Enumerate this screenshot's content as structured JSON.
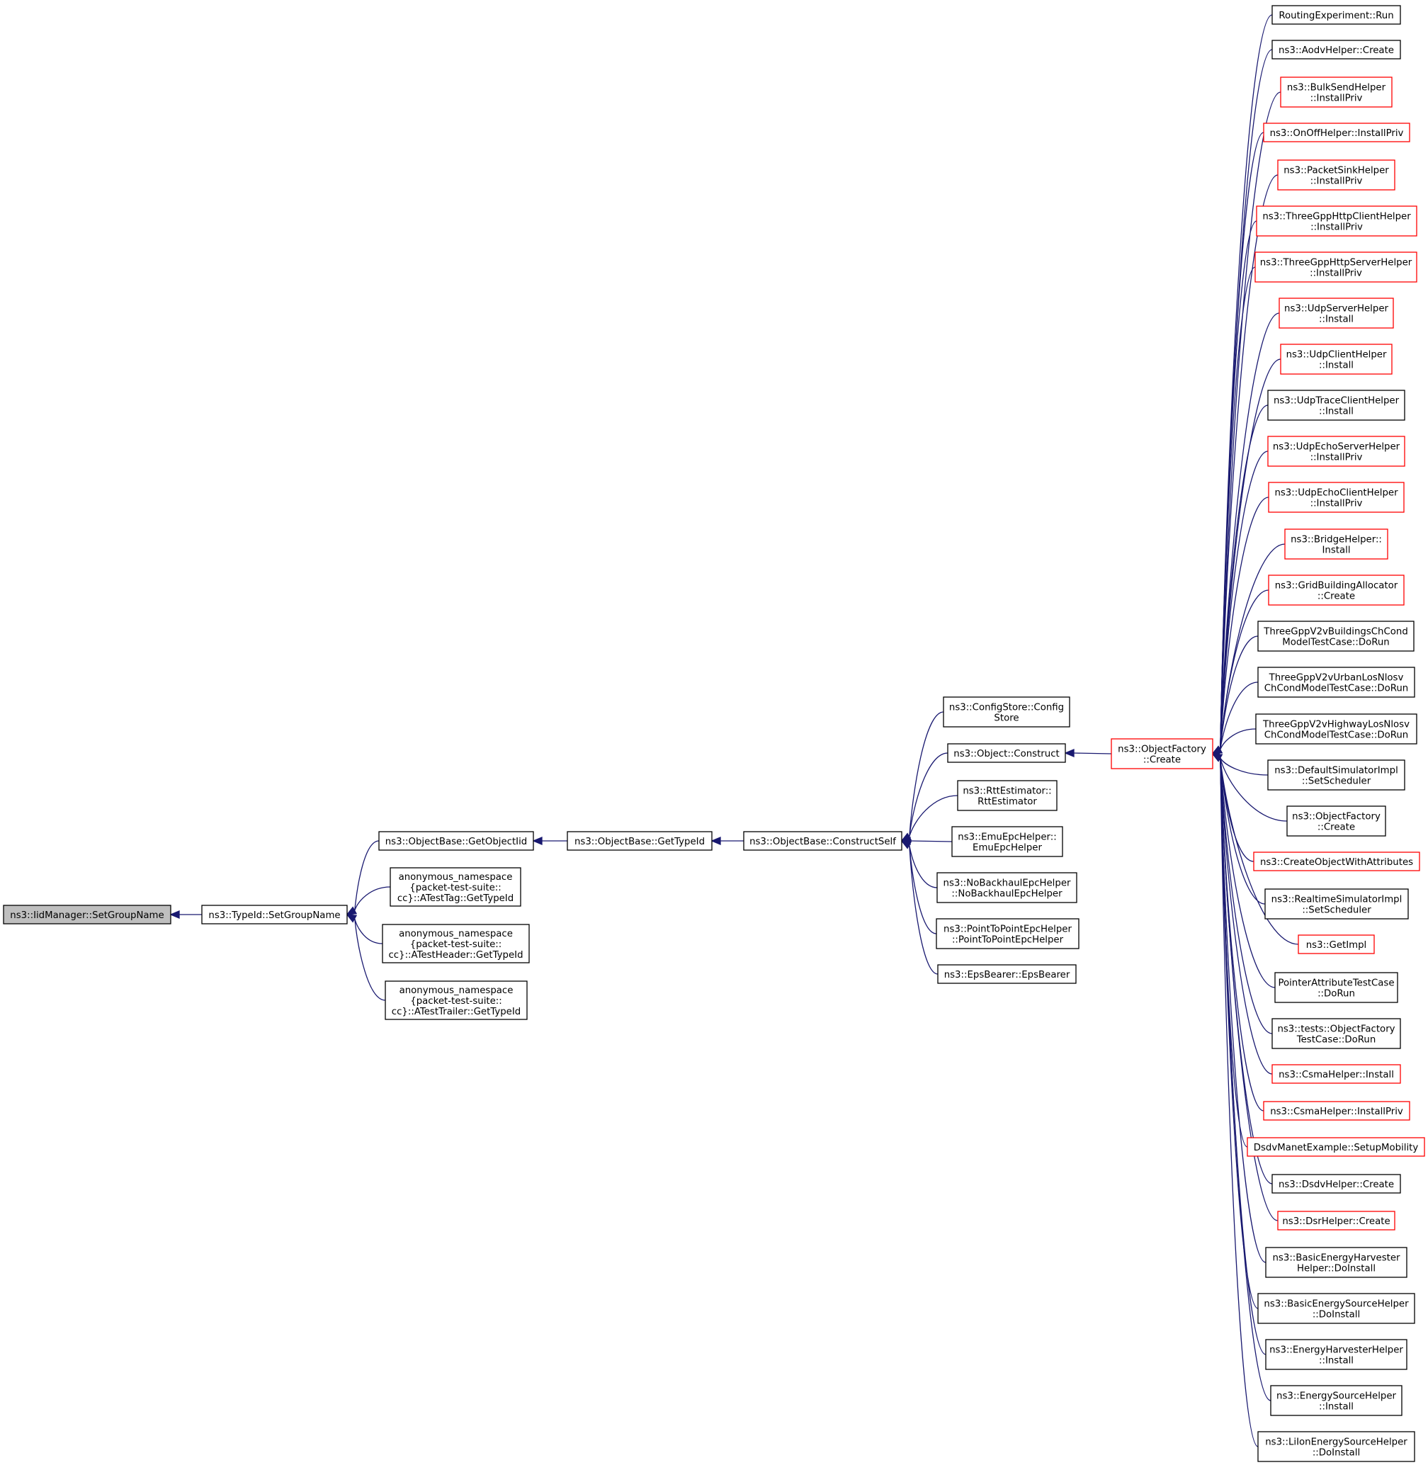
{
  "colors": {
    "edge": "#191970",
    "root_fill": "#bfbfbf",
    "border_normal": "#000000",
    "border_truncated": "#ff0000",
    "background": "#ffffff"
  },
  "nodes": [
    {
      "id": "root",
      "lines": [
        "ns3::IidManager::SetGroupName"
      ],
      "style": "root"
    },
    {
      "id": "typeid_setgroupname",
      "lines": [
        "ns3::TypeId::SetGroupName"
      ],
      "style": "black"
    },
    {
      "id": "objectbase_getobjectiid",
      "lines": [
        "ns3::ObjectBase::GetObjectIid"
      ],
      "style": "black"
    },
    {
      "id": "atesttag_gettypeid",
      "lines": [
        "anonymous_namespace",
        "{packet-test-suite::",
        "cc}::ATestTag::GetTypeId"
      ],
      "style": "black"
    },
    {
      "id": "atestheader_gettypeid",
      "lines": [
        "anonymous_namespace",
        "{packet-test-suite::",
        "cc}::ATestHeader::GetTypeId"
      ],
      "style": "black"
    },
    {
      "id": "atesttrailer_gettypeid",
      "lines": [
        "anonymous_namespace",
        "{packet-test-suite::",
        "cc}::ATestTrailer::GetTypeId"
      ],
      "style": "black"
    },
    {
      "id": "objectbase_gettypeid",
      "lines": [
        "ns3::ObjectBase::GetTypeId"
      ],
      "style": "black"
    },
    {
      "id": "objectbase_constructself",
      "lines": [
        "ns3::ObjectBase::ConstructSelf"
      ],
      "style": "black"
    },
    {
      "id": "configstore",
      "lines": [
        "ns3::ConfigStore::Config",
        "Store"
      ],
      "style": "black"
    },
    {
      "id": "object_construct",
      "lines": [
        "ns3::Object::Construct"
      ],
      "style": "black"
    },
    {
      "id": "rttestimator",
      "lines": [
        "ns3::RttEstimator::",
        "RttEstimator"
      ],
      "style": "black"
    },
    {
      "id": "emuepchelper",
      "lines": [
        "ns3::EmuEpcHelper::",
        "EmuEpcHelper"
      ],
      "style": "black"
    },
    {
      "id": "nobackhaulepchelper",
      "lines": [
        "ns3::NoBackhaulEpcHelper",
        "::NoBackhaulEpcHelper"
      ],
      "style": "black"
    },
    {
      "id": "pointtopointepchelper",
      "lines": [
        "ns3::PointToPointEpcHelper",
        "::PointToPointEpcHelper"
      ],
      "style": "black"
    },
    {
      "id": "epsbearer",
      "lines": [
        "ns3::EpsBearer::EpsBearer"
      ],
      "style": "black"
    },
    {
      "id": "objectfactory_create",
      "lines": [
        "ns3::ObjectFactory",
        "::Create"
      ],
      "style": "red"
    },
    {
      "id": "c1",
      "lines": [
        "RoutingExperiment::Run"
      ],
      "style": "black"
    },
    {
      "id": "c2",
      "lines": [
        "ns3::AodvHelper::Create"
      ],
      "style": "black"
    },
    {
      "id": "c3",
      "lines": [
        "ns3::BulkSendHelper",
        "::InstallPriv"
      ],
      "style": "red"
    },
    {
      "id": "c4",
      "lines": [
        "ns3::OnOffHelper::InstallPriv"
      ],
      "style": "red"
    },
    {
      "id": "c5",
      "lines": [
        "ns3::PacketSinkHelper",
        "::InstallPriv"
      ],
      "style": "red"
    },
    {
      "id": "c6",
      "lines": [
        "ns3::ThreeGppHttpClientHelper",
        "::InstallPriv"
      ],
      "style": "red"
    },
    {
      "id": "c7",
      "lines": [
        "ns3::ThreeGppHttpServerHelper",
        "::InstallPriv"
      ],
      "style": "red"
    },
    {
      "id": "c8",
      "lines": [
        "ns3::UdpServerHelper",
        "::Install"
      ],
      "style": "red"
    },
    {
      "id": "c9",
      "lines": [
        "ns3::UdpClientHelper",
        "::Install"
      ],
      "style": "red"
    },
    {
      "id": "c10",
      "lines": [
        "ns3::UdpTraceClientHelper",
        "::Install"
      ],
      "style": "black"
    },
    {
      "id": "c11",
      "lines": [
        "ns3::UdpEchoServerHelper",
        "::InstallPriv"
      ],
      "style": "red"
    },
    {
      "id": "c12",
      "lines": [
        "ns3::UdpEchoClientHelper",
        "::InstallPriv"
      ],
      "style": "red"
    },
    {
      "id": "c13",
      "lines": [
        "ns3::BridgeHelper::",
        "Install"
      ],
      "style": "red"
    },
    {
      "id": "c14",
      "lines": [
        "ns3::GridBuildingAllocator",
        "::Create"
      ],
      "style": "red"
    },
    {
      "id": "c15",
      "lines": [
        "ThreeGppV2vBuildingsChCond",
        "ModelTestCase::DoRun"
      ],
      "style": "black"
    },
    {
      "id": "c16",
      "lines": [
        "ThreeGppV2vUrbanLosNlosv",
        "ChCondModelTestCase::DoRun"
      ],
      "style": "black"
    },
    {
      "id": "c17",
      "lines": [
        "ThreeGppV2vHighwayLosNlosv",
        "ChCondModelTestCase::DoRun"
      ],
      "style": "black"
    },
    {
      "id": "c18",
      "lines": [
        "ns3::DefaultSimulatorImpl",
        "::SetScheduler"
      ],
      "style": "black"
    },
    {
      "id": "c19",
      "lines": [
        "ns3::ObjectFactory",
        "::Create"
      ],
      "style": "black"
    },
    {
      "id": "c20",
      "lines": [
        "ns3::CreateObjectWithAttributes"
      ],
      "style": "red"
    },
    {
      "id": "c21",
      "lines": [
        "ns3::RealtimeSimulatorImpl",
        "::SetScheduler"
      ],
      "style": "black"
    },
    {
      "id": "c22",
      "lines": [
        "ns3::GetImpl"
      ],
      "style": "red"
    },
    {
      "id": "c23",
      "lines": [
        "PointerAttributeTestCase",
        "::DoRun"
      ],
      "style": "black"
    },
    {
      "id": "c24",
      "lines": [
        "ns3::tests::ObjectFactory",
        "TestCase::DoRun"
      ],
      "style": "black"
    },
    {
      "id": "c25",
      "lines": [
        "ns3::CsmaHelper::Install"
      ],
      "style": "red"
    },
    {
      "id": "c26",
      "lines": [
        "ns3::CsmaHelper::InstallPriv"
      ],
      "style": "red"
    },
    {
      "id": "c27",
      "lines": [
        "DsdvManetExample::SetupMobility"
      ],
      "style": "red"
    },
    {
      "id": "c28",
      "lines": [
        "ns3::DsdvHelper::Create"
      ],
      "style": "black"
    },
    {
      "id": "c29",
      "lines": [
        "ns3::DsrHelper::Create"
      ],
      "style": "red"
    },
    {
      "id": "c30",
      "lines": [
        "ns3::BasicEnergyHarvester",
        "Helper::DoInstall"
      ],
      "style": "black"
    },
    {
      "id": "c31",
      "lines": [
        "ns3::BasicEnergySourceHelper",
        "::DoInstall"
      ],
      "style": "black"
    },
    {
      "id": "c32",
      "lines": [
        "ns3::EnergyHarvesterHelper",
        "::Install"
      ],
      "style": "black"
    },
    {
      "id": "c33",
      "lines": [
        "ns3::EnergySourceHelper",
        "::Install"
      ],
      "style": "black"
    },
    {
      "id": "c34",
      "lines": [
        "ns3::LiIonEnergySourceHelper",
        "::DoInstall"
      ],
      "style": "black"
    }
  ],
  "edges": [
    {
      "from": "typeid_setgroupname",
      "to": "root"
    },
    {
      "from": "objectbase_getobjectiid",
      "to": "typeid_setgroupname"
    },
    {
      "from": "atesttag_gettypeid",
      "to": "typeid_setgroupname"
    },
    {
      "from": "atestheader_gettypeid",
      "to": "typeid_setgroupname"
    },
    {
      "from": "atesttrailer_gettypeid",
      "to": "typeid_setgroupname"
    },
    {
      "from": "objectbase_gettypeid",
      "to": "objectbase_getobjectiid"
    },
    {
      "from": "objectbase_constructself",
      "to": "objectbase_gettypeid"
    },
    {
      "from": "configstore",
      "to": "objectbase_constructself"
    },
    {
      "from": "object_construct",
      "to": "objectbase_constructself"
    },
    {
      "from": "rttestimator",
      "to": "objectbase_constructself"
    },
    {
      "from": "emuepchelper",
      "to": "objectbase_constructself"
    },
    {
      "from": "nobackhaulepchelper",
      "to": "objectbase_constructself"
    },
    {
      "from": "pointtopointepchelper",
      "to": "objectbase_constructself"
    },
    {
      "from": "epsbearer",
      "to": "objectbase_constructself"
    },
    {
      "from": "objectfactory_create",
      "to": "object_construct"
    },
    {
      "from": "c1",
      "to": "objectfactory_create"
    },
    {
      "from": "c2",
      "to": "objectfactory_create"
    },
    {
      "from": "c3",
      "to": "objectfactory_create"
    },
    {
      "from": "c4",
      "to": "objectfactory_create"
    },
    {
      "from": "c5",
      "to": "objectfactory_create"
    },
    {
      "from": "c6",
      "to": "objectfactory_create"
    },
    {
      "from": "c7",
      "to": "objectfactory_create"
    },
    {
      "from": "c8",
      "to": "objectfactory_create"
    },
    {
      "from": "c9",
      "to": "objectfactory_create"
    },
    {
      "from": "c10",
      "to": "objectfactory_create"
    },
    {
      "from": "c11",
      "to": "objectfactory_create"
    },
    {
      "from": "c12",
      "to": "objectfactory_create"
    },
    {
      "from": "c13",
      "to": "objectfactory_create"
    },
    {
      "from": "c14",
      "to": "objectfactory_create"
    },
    {
      "from": "c15",
      "to": "objectfactory_create"
    },
    {
      "from": "c16",
      "to": "objectfactory_create"
    },
    {
      "from": "c17",
      "to": "objectfactory_create"
    },
    {
      "from": "c18",
      "to": "objectfactory_create"
    },
    {
      "from": "c19",
      "to": "objectfactory_create"
    },
    {
      "from": "c20",
      "to": "objectfactory_create"
    },
    {
      "from": "c21",
      "to": "objectfactory_create"
    },
    {
      "from": "c22",
      "to": "objectfactory_create"
    },
    {
      "from": "c23",
      "to": "objectfactory_create"
    },
    {
      "from": "c24",
      "to": "objectfactory_create"
    },
    {
      "from": "c25",
      "to": "objectfactory_create"
    },
    {
      "from": "c26",
      "to": "objectfactory_create"
    },
    {
      "from": "c27",
      "to": "objectfactory_create"
    },
    {
      "from": "c28",
      "to": "objectfactory_create"
    },
    {
      "from": "c29",
      "to": "objectfactory_create"
    },
    {
      "from": "c30",
      "to": "objectfactory_create"
    },
    {
      "from": "c31",
      "to": "objectfactory_create"
    },
    {
      "from": "c32",
      "to": "objectfactory_create"
    },
    {
      "from": "c33",
      "to": "objectfactory_create"
    },
    {
      "from": "c34",
      "to": "objectfactory_create"
    }
  ]
}
